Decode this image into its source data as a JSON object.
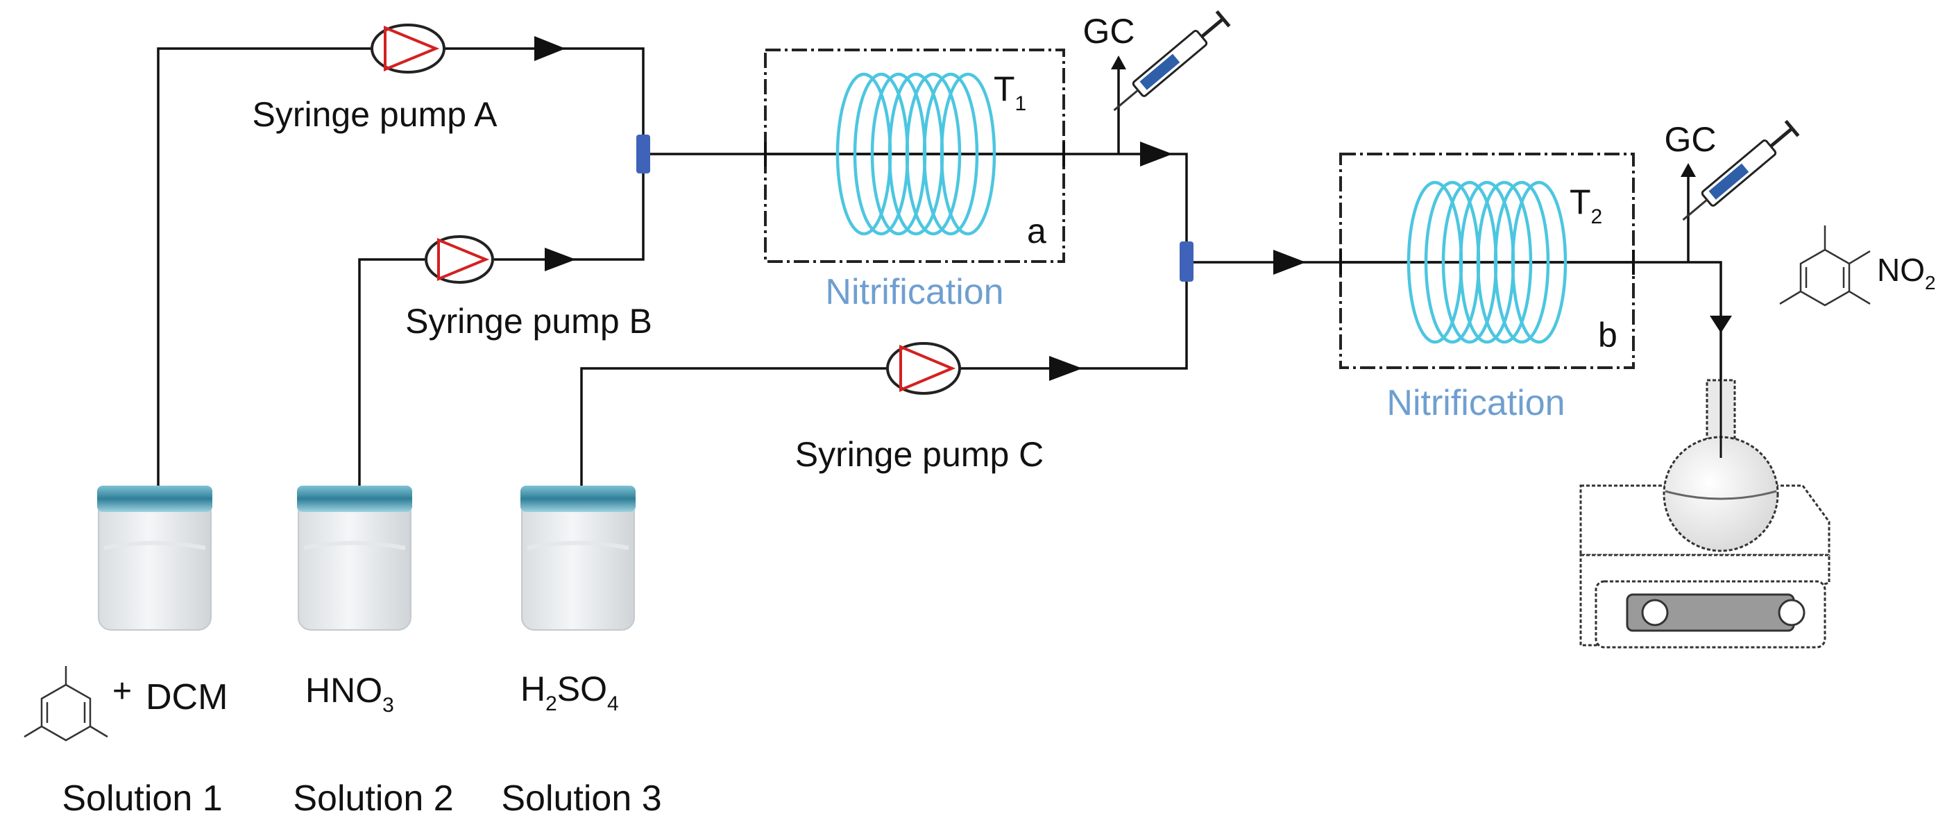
{
  "labels": {
    "pump_a": "Syringe pump A",
    "pump_b": "Syringe pump B",
    "pump_c": "Syringe pump C",
    "gc1": "GC",
    "gc2": "GC",
    "t1_main": "T",
    "t1_sub": "1",
    "t2_main": "T",
    "t2_sub": "2",
    "reactor_a": "a",
    "reactor_b": "b",
    "nitrification1": "Nitrification",
    "nitrification2": "Nitrification",
    "plus": "+",
    "dcm": "DCM",
    "hno3_main": "HNO",
    "hno3_sub": "3",
    "h2so4_h": "H",
    "h2so4_sub2": "2",
    "h2so4_so": "SO",
    "h2so4_sub4": "4",
    "no2_main": "NO",
    "no2_sub": "2",
    "solution1": "Solution 1",
    "solution2": "Solution 2",
    "solution3": "Solution 3"
  },
  "colors": {
    "line": "#111111",
    "pump_ring": "#222222",
    "pump_triangle": "#d42020",
    "coil": "#4cc6e0",
    "mixer": "#3f63b8",
    "nitrification_text": "#6f9fd0",
    "jar_lid": "#3a8fa8"
  }
}
